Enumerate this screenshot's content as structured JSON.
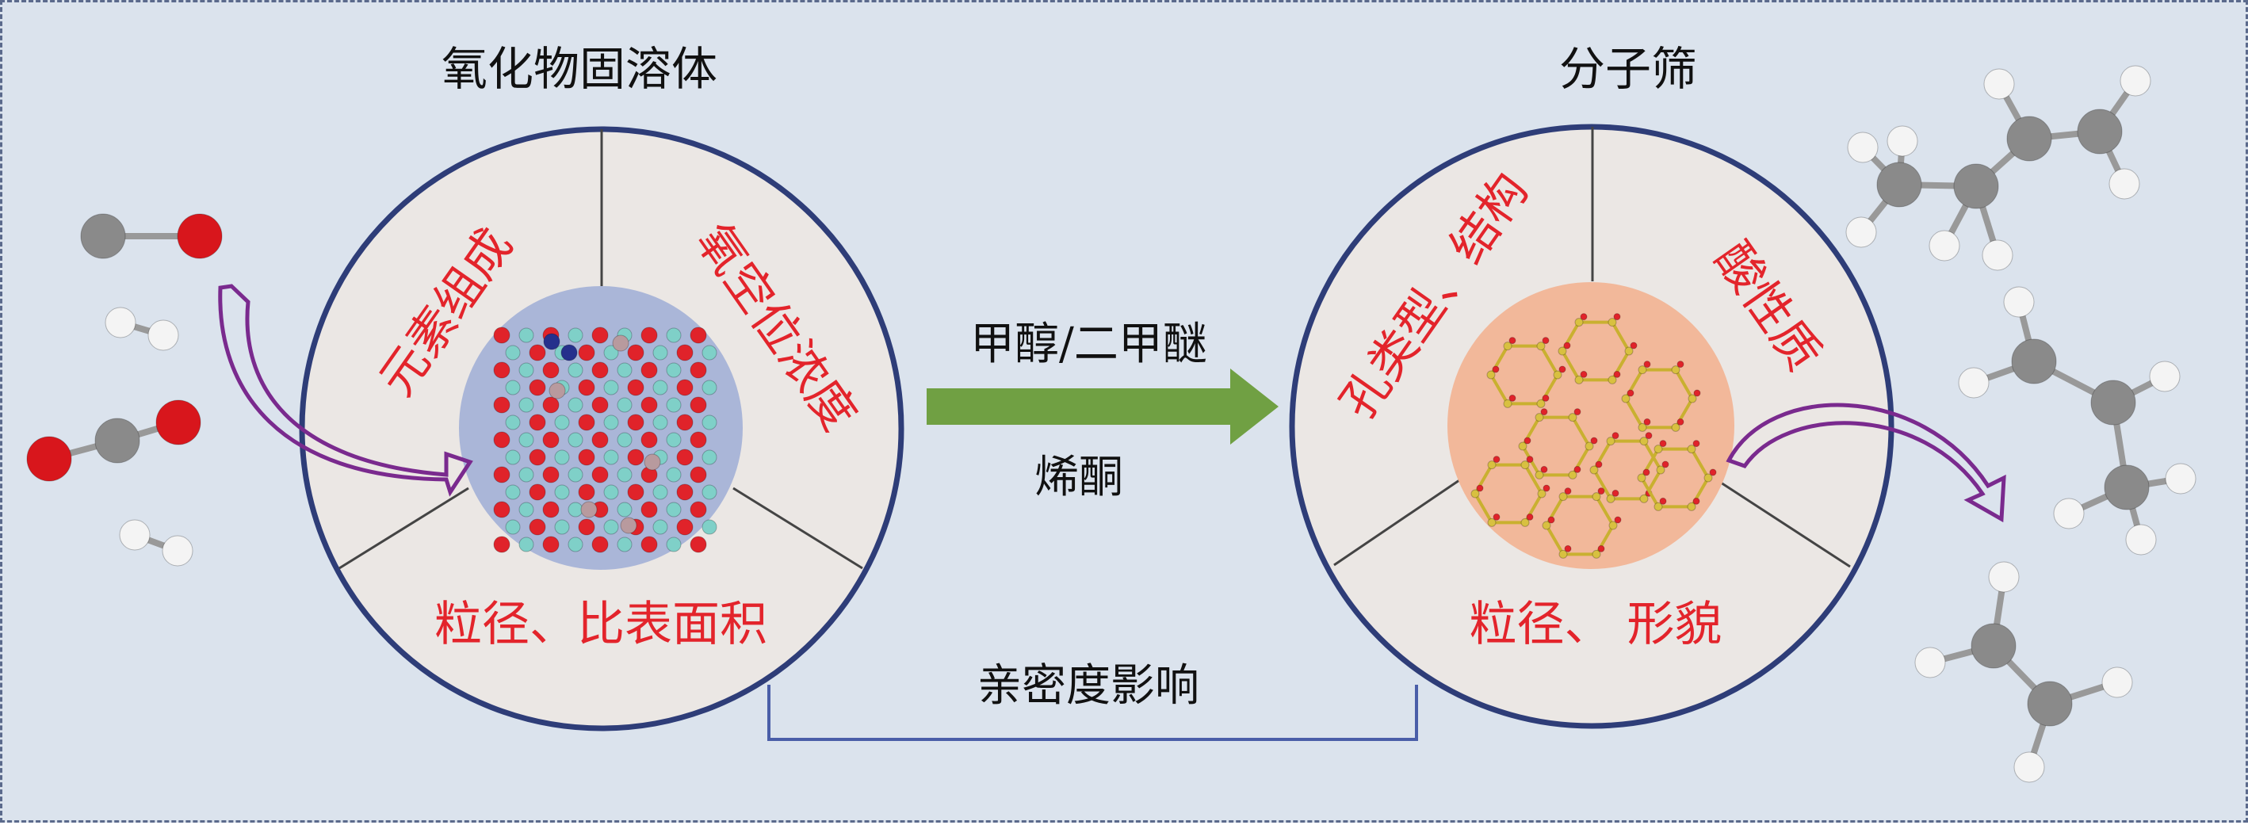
{
  "left_panel": {
    "title": "氧化物固溶体",
    "segments": [
      "元素组成",
      "氧空位浓度",
      "粒径、比表面积"
    ]
  },
  "right_panel": {
    "title": "分子筛",
    "segments": [
      "孔类型、结构",
      "酸性质",
      "粒径、 形貌"
    ]
  },
  "middle": {
    "intermediate_label": "甲醇/二甲醚",
    "intermediate_label2": "烯酮",
    "bracket_label": "亲密度影响"
  },
  "colors": {
    "background": "#dbe3ed",
    "circle_border": "#2e3d78",
    "segment_fill": "#ebe7e4",
    "segment_text": "#e3242b",
    "arrow_green": "#70a043",
    "arrow_purple": "#7a2a8e",
    "oxide_core": "#aab6d8",
    "zeolite_core": "#f2b89a"
  }
}
